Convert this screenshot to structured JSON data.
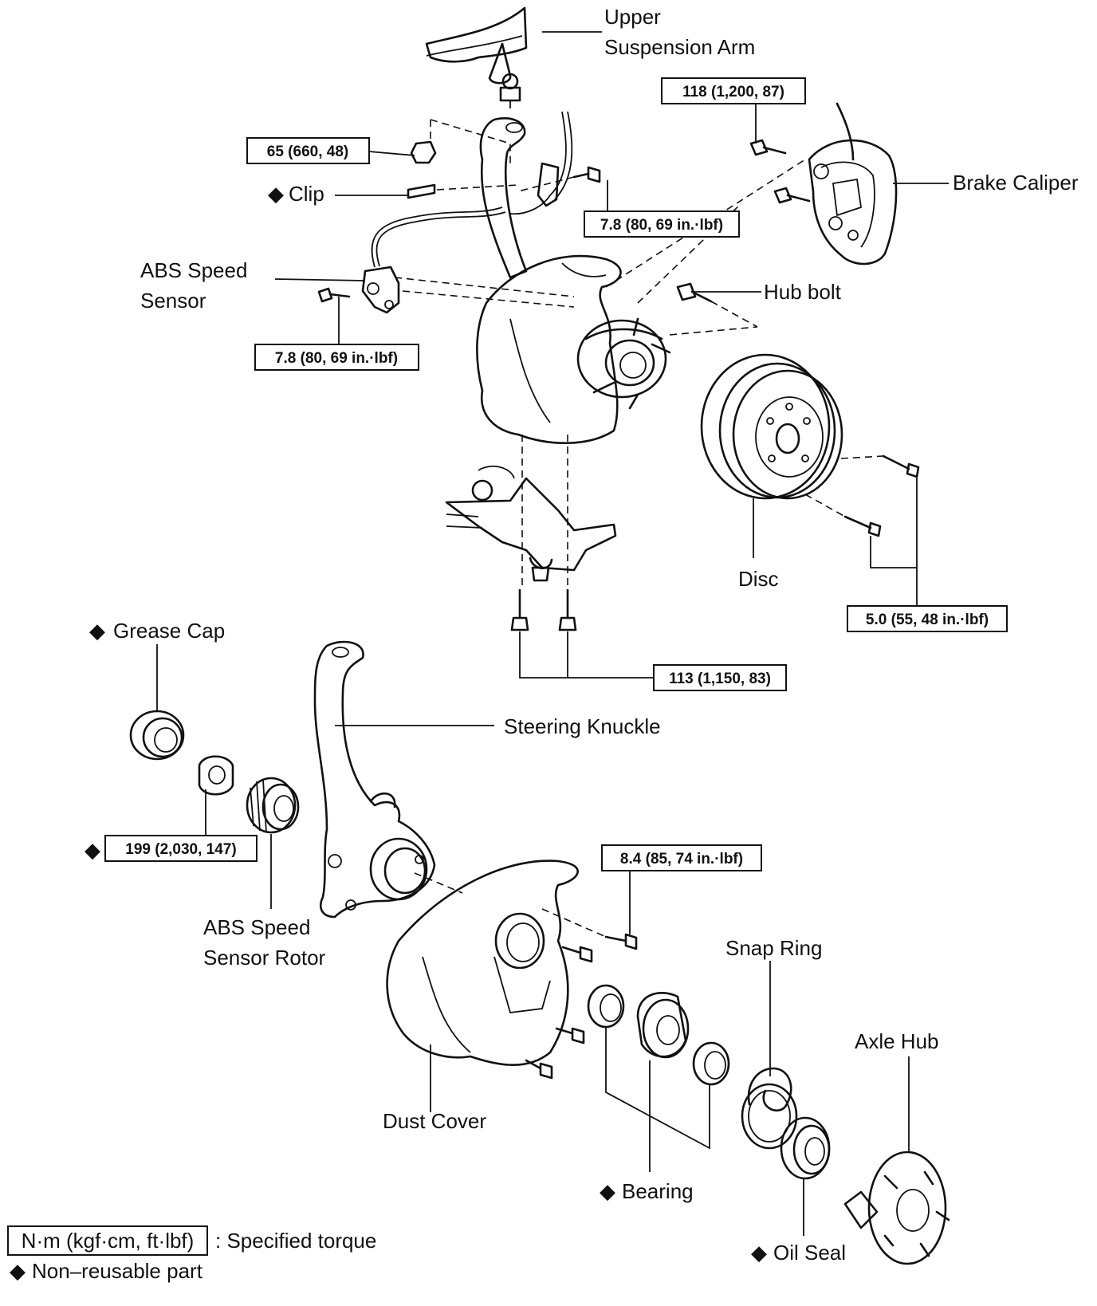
{
  "labels": {
    "upper_suspension_arm_1": "Upper",
    "upper_suspension_arm_2": "Suspension Arm",
    "clip": "Clip",
    "brake_caliper": "Brake Caliper",
    "abs_speed_sensor_1": "ABS Speed",
    "abs_speed_sensor_2": "Sensor",
    "hub_bolt": "Hub bolt",
    "disc": "Disc",
    "grease_cap": "Grease Cap",
    "steering_knuckle": "Steering Knuckle",
    "abs_speed_sensor_rotor_1": "ABS Speed",
    "abs_speed_sensor_rotor_2": "Sensor Rotor",
    "snap_ring": "Snap Ring",
    "axle_hub": "Axle Hub",
    "dust_cover": "Dust Cover",
    "bearing": "Bearing",
    "oil_seal": "Oil Seal"
  },
  "torque": {
    "caliper_bolt": "118 (1,200, 87)",
    "upper_arm_nut": "65 (660, 48)",
    "sensor_clamp_bolt": "7.8 (80, 69 in.·lbf)",
    "abs_sensor_bolt": "7.8 (80, 69 in.·lbf)",
    "disc_bolt": "5.0 (55, 48 in.·lbf)",
    "lower_arm_bolt": "113 (1,150, 83)",
    "hub_nut": "199 (2,030, 147)",
    "dust_cover_bolt": "8.4 (85, 74 in.·lbf)"
  },
  "legend": {
    "unit_box": "N·m (kgf·cm, ft·lbf)",
    "unit_desc": ": Specified torque",
    "non_reusable": "Non–reusable part"
  },
  "non_reusable_marker": "◆"
}
